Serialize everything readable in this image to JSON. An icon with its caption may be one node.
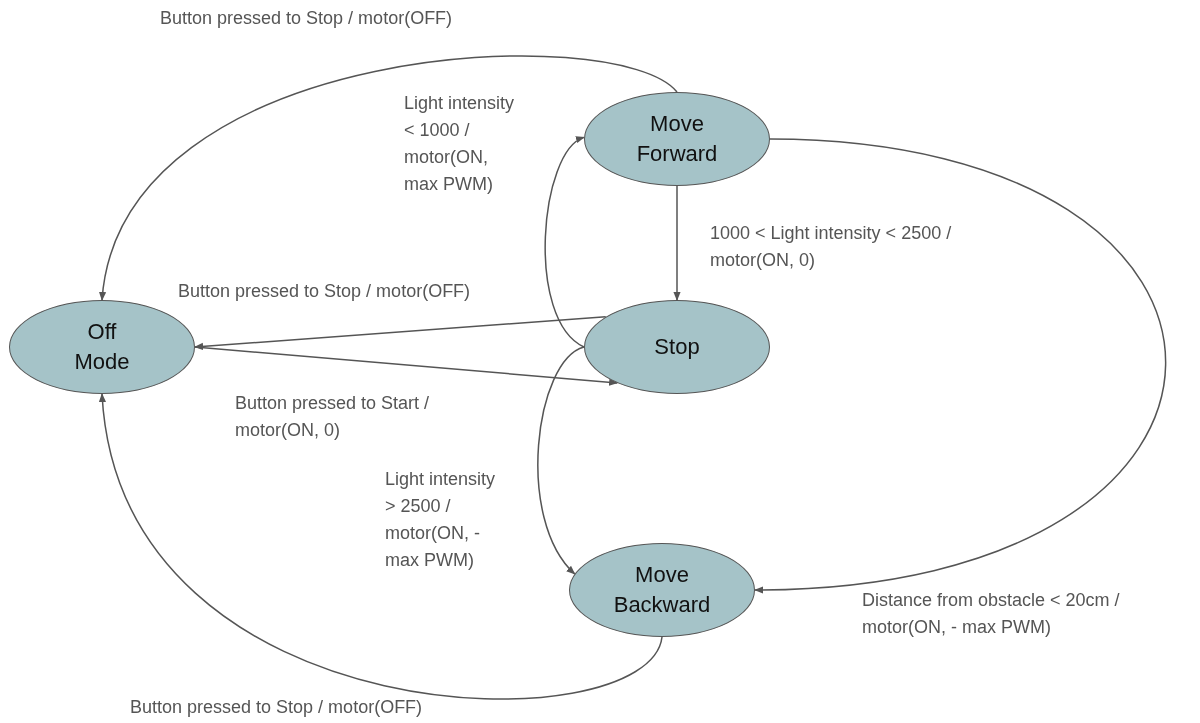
{
  "diagram": {
    "nodes": [
      {
        "text": [
          "Move Forward"
        ]
      },
      {
        "text": [
          "Off Mode"
        ]
      },
      {
        "text": [
          "Stop"
        ]
      },
      {
        "text": [
          "Move Backward"
        ]
      }
    ],
    "edges": [
      {
        "from": 0,
        "to": 1,
        "arrow": "to",
        "label": "Button pressed to Stop / motor(OFF)"
      },
      {
        "from": 2,
        "to": 0,
        "arrow": "to",
        "label": "Light intensity < 1000 / motor(ON, max PWM)"
      },
      {
        "from": 0,
        "to": 2,
        "arrow": "to",
        "label": "1000 < Light intensity < 2500 / motor(ON, 0)"
      },
      {
        "from": 2,
        "to": 1,
        "arrow": "to",
        "label": "Button pressed to Stop / motor(OFF)"
      },
      {
        "from": 1,
        "to": 2,
        "arrow": "to",
        "label": "Button pressed to Start / motor(ON, 0)"
      },
      {
        "from": 2,
        "to": 3,
        "arrow": "to",
        "label": "Light intensity > 2500 / motor(ON, - max PWM)"
      },
      {
        "from": 0,
        "to": 3,
        "arrow": "to",
        "label": "Distance from obstacle < 20cm / motor(ON, - max PWM)"
      },
      {
        "from": 3,
        "to": 1,
        "arrow": "to",
        "label": "Button pressed to Stop / motor(OFF)"
      }
    ]
  }
}
